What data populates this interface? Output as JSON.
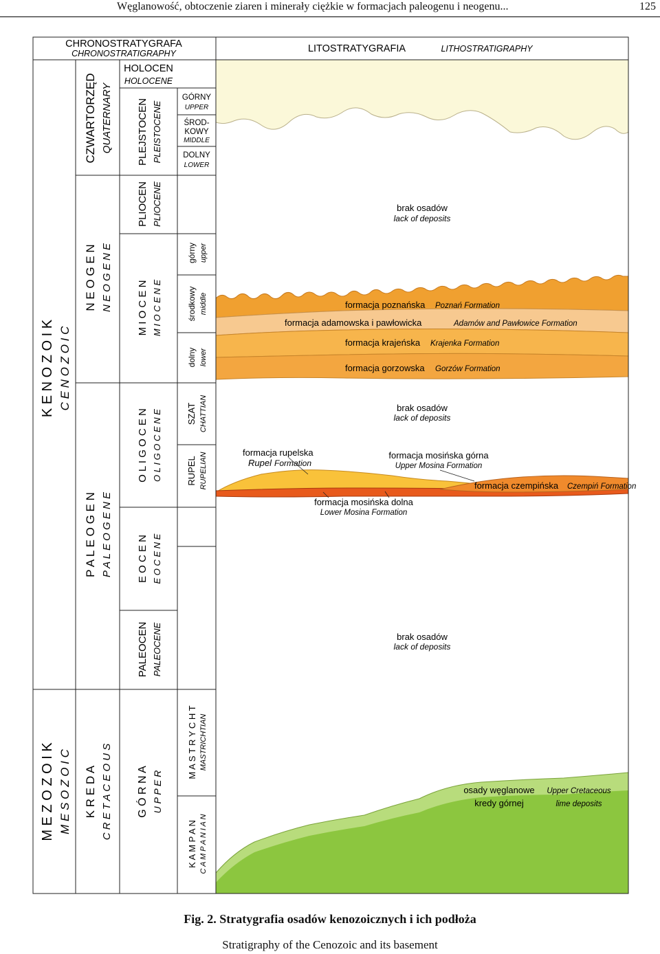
{
  "header": {
    "title": "Węglanowość, obtoczenie ziaren i minerały ciężkie w formacjach paleogenu i neogenu...",
    "page": "125"
  },
  "headings": {
    "chrono_pl": "CHRONOSTRATYGRAFA",
    "chrono_en": "CHRONOSTRATIGRAPHY",
    "litho_pl": "LITOSTRATYGRAFIA",
    "litho_en": "LITHOSTRATIGRAPHY"
  },
  "chrono": {
    "kenozoik": "K E N O Z O I K",
    "cenozoic": "C E N O Z O I C",
    "mezozoik": "M E Z O Z O I K",
    "mesozoic": "M E S O Z O I C",
    "czwartorzed": "CZWARTORZĘD",
    "quaternary": "QUATERNARY",
    "neogen": "N E O G E N",
    "neogene": "N E O G E N E",
    "paleogen": "P A L E O G E N",
    "paleogene": "P A L E O G E N E",
    "kreda": "K R E D A",
    "cretaceous": "C R E T A C E O U S",
    "holocen": "HOLOCEN",
    "holocene": "HOLOCENE",
    "plejstocen": "PLEJSTOCEN",
    "pleistocene": "PLEISTOCENE",
    "pliocen": "PLIOCEN",
    "pliocene": "PLIOCENE",
    "miocen": "M I O C E N",
    "miocene": "M I O C E N E",
    "oligocen": "O L I G O C E N",
    "oligocene": "O L I G O C E N E",
    "eocen": "E O C E N",
    "eocene": "E O C E N E",
    "paleocen": "PALEOCEN",
    "paleocene": "PALEOCENE",
    "gorna": "G Ó R N A",
    "upper_cr": "U P P E R",
    "gorny": "GÓRNY",
    "upper": "UPPER",
    "srod1": "ŚROD-",
    "srod2": "KOWY",
    "middle": "MIDDLE",
    "dolny": "DOLNY",
    "lower": "LOWER",
    "m_gorny": "górny",
    "m_upper": "upper",
    "m_srodkowy": "środkowy",
    "m_middle": "middle",
    "m_dolny": "dolny",
    "m_lower": "lower",
    "szat": "SZAT",
    "chattian": "CHATTIAN",
    "rupel": "RUPEL",
    "rupelian": "RUPELIAN",
    "mastrycht": "M A S T R Y C H T",
    "maastrichtian": "MASTRICHTIAN",
    "kampan": "K A M P A N",
    "campanian": "C A M P A N I A N"
  },
  "litho": {
    "lack1_pl": "brak osadów",
    "lack1_en": "lack of deposits",
    "poznan_pl": "formacja poznańska",
    "poznan_en": "Poznań Formation",
    "adamow_pl": "formacja adamowska i pawłowicka",
    "adamow_en": "Adamów and Pawłowice Formation",
    "krajenka_pl": "formacja krajeńska",
    "krajenka_en": "Krajenka Formation",
    "gorzow_pl": "formacja gorzowska",
    "gorzow_en": "Gorzów Formation",
    "lack2_pl": "brak osadów",
    "lack2_en": "lack of deposits",
    "rupel_pl": "formacja rupelska",
    "rupel_en_a": "Rupel",
    "rupel_en_b": "Formation",
    "mosina_up_pl": "formacja mosińska górna",
    "mosina_up_en": "Upper Mosina Formation",
    "czempin_pl": "formacja czempińska",
    "czempin_en": "Czempiń Formation",
    "mosina_low_pl": "formacja mosińska dolna",
    "mosina_low_en": "Lower Mosina Formation",
    "lack3_pl": "brak osadów",
    "lack3_en": "lack of deposits",
    "cret_pl_1": "osady węglanowe",
    "cret_pl_2": "kredy górnej",
    "cret_en_1": "Upper Cretaceous",
    "cret_en_2": "lime deposits"
  },
  "colors": {
    "quaternary": "#fbf8d9",
    "poznan": "#f0a030",
    "adamow": "#f7c990",
    "krajenka": "#f7b54c",
    "gorzow": "#f3a640",
    "rupel": "#f9c23a",
    "mosina": "#e85a1c",
    "czempin": "#f08a2c",
    "cretaceous": "#8cc63f",
    "cretaceous_light": "#b8dc7c"
  },
  "caption": {
    "pl": "Fig. 2. Stratygrafia osadów kenozoicznych i ich podłoża",
    "en": "Stratigraphy of the Cenozoic and its basement"
  }
}
